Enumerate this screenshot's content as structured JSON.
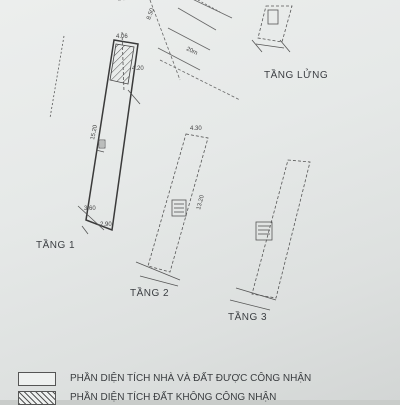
{
  "floors": {
    "tang_lung": "TẦNG LỬNG",
    "tang_1": "TẦNG 1",
    "tang_2": "TẦNG 2",
    "tang_3": "TẦNG 3"
  },
  "dimensions": {
    "d1": "4.06",
    "d2": "4.20",
    "d3": "15.20",
    "d4": "3.60",
    "d5": "2.90",
    "d6": "13.20",
    "d7": "4.30",
    "d8": "8.50"
  },
  "road": "20m",
  "legend": [
    {
      "text": "PHẦN DIỆN TÍCH NHÀ VÀ ĐẤT ĐƯỢC CÔNG NHẬN",
      "pattern": "plain"
    },
    {
      "text": "PHẦN DIỆN TÍCH ĐẤT KHÔNG CÔNG NHẬN",
      "pattern": "hatched"
    }
  ],
  "colors": {
    "paper": "#e6e9e8",
    "ink": "#3a3d40"
  }
}
